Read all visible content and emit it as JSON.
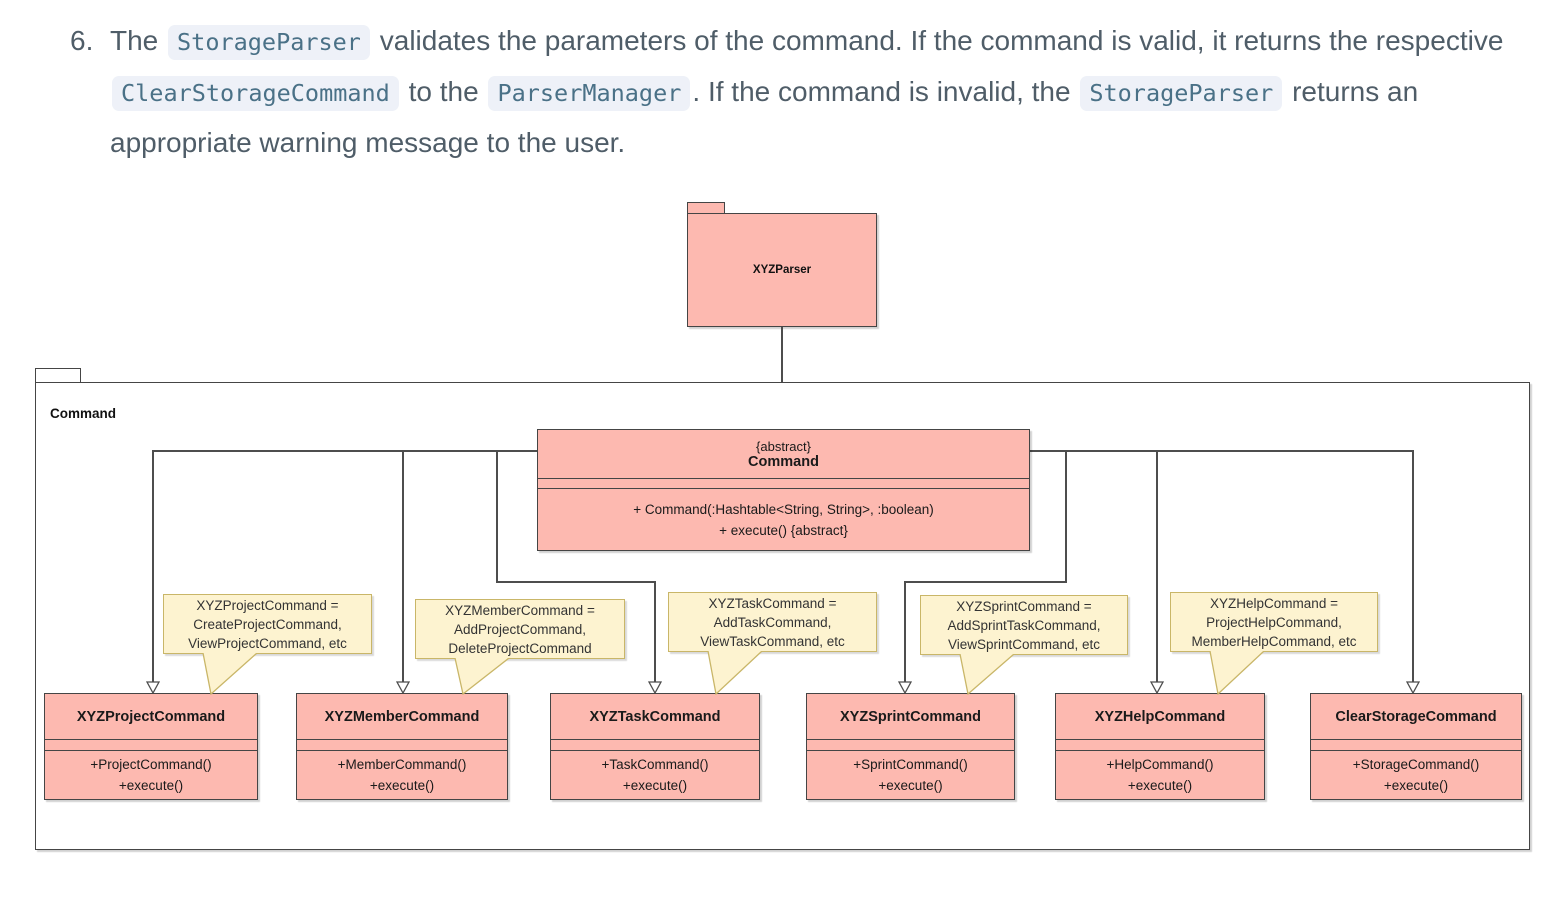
{
  "paragraph": {
    "number": "6.",
    "segments": [
      {
        "t": "The "
      },
      {
        "t": "StorageParser",
        "code": true
      },
      {
        "t": " validates the parameters of the command. If the command is valid, it returns the respective "
      },
      {
        "t": "ClearStorageCommand",
        "code": true
      },
      {
        "t": " to the "
      },
      {
        "t": "ParserManager",
        "code": true
      },
      {
        "t": ". If the command is invalid, the "
      },
      {
        "t": "StorageParser",
        "code": true
      },
      {
        "t": " returns an appropriate warning message to the user."
      }
    ]
  },
  "diagram": {
    "parser_package": {
      "name": "XYZParser"
    },
    "command_package": {
      "name": "Command"
    },
    "abstract_class": {
      "stereotype": "{abstract}",
      "name": "Command",
      "methods": [
        "+ Command(:Hashtable<String, String>, :boolean)",
        "+ execute() {abstract}"
      ]
    },
    "subclasses": [
      {
        "name": "XYZProjectCommand",
        "methods": [
          "+ProjectCommand()",
          "+execute()"
        ]
      },
      {
        "name": "XYZMemberCommand",
        "methods": [
          "+MemberCommand()",
          "+execute()"
        ]
      },
      {
        "name": "XYZTaskCommand",
        "methods": [
          "+TaskCommand()",
          "+execute()"
        ]
      },
      {
        "name": "XYZSprintCommand",
        "methods": [
          "+SprintCommand()",
          "+execute()"
        ]
      },
      {
        "name": "XYZHelpCommand",
        "methods": [
          "+HelpCommand()",
          "+execute()"
        ]
      },
      {
        "name": "ClearStorageCommand",
        "methods": [
          "+StorageCommand()",
          "+execute()"
        ]
      }
    ],
    "notes": [
      {
        "text": "XYZProjectCommand =\nCreateProjectCommand,\nViewProjectCommand, etc"
      },
      {
        "text": "XYZMemberCommand =\nAddProjectCommand,\nDeleteProjectCommand"
      },
      {
        "text": "XYZTaskCommand =\nAddTaskCommand,\nViewTaskCommand, etc"
      },
      {
        "text": "XYZSprintCommand =\nAddSprintTaskCommand,\nViewSprintCommand, etc"
      },
      {
        "text": "XYZHelpCommand =\nProjectHelpCommand,\nMemberHelpCommand, etc"
      }
    ],
    "colors": {
      "class_fill": "#fdb9b0",
      "class_border": "#454545",
      "note_fill": "#fdf3d0",
      "note_border": "#c9b668",
      "connector": "#4d4d4d",
      "body_text": "#4f5d68",
      "code_text": "#4a7187",
      "code_background": "#eef1f8"
    }
  }
}
